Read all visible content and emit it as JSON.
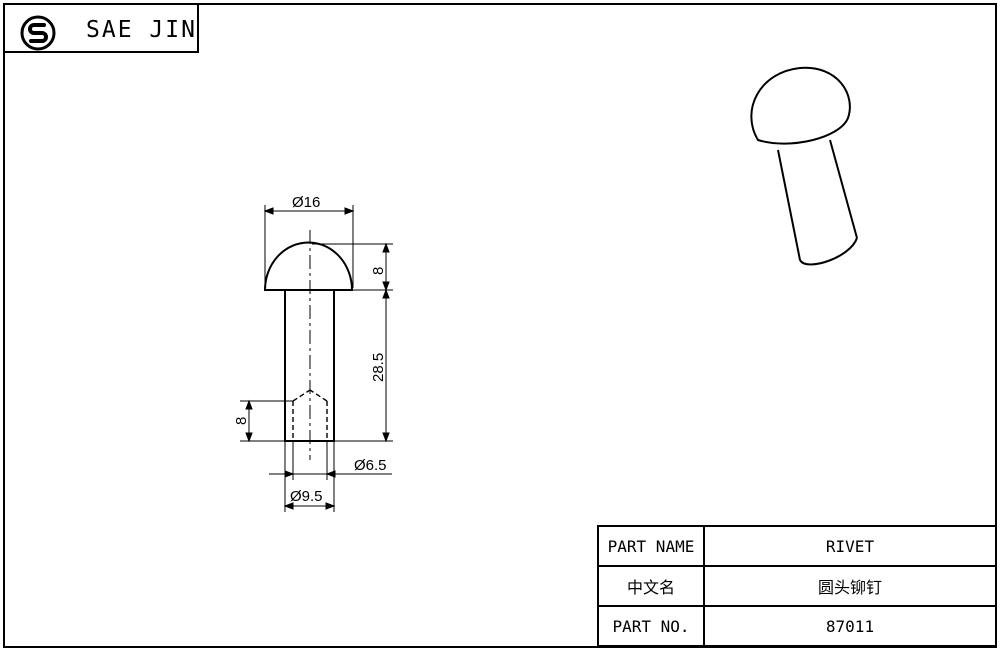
{
  "logo": {
    "text": "SAE JIN",
    "icon": "logo-ss-icon"
  },
  "dimensions": {
    "head_diameter": "Ø16",
    "head_height": "8",
    "shank_length": "28.5",
    "bore_depth": "8",
    "bore_diameter": "Ø6.5",
    "shank_diameter": "Ø9.5"
  },
  "title_block": {
    "rows": [
      {
        "label": "PART NAME",
        "value": "RIVET"
      },
      {
        "label": "中文名",
        "value": "圆头铆钉"
      },
      {
        "label": "PART NO.",
        "value": "87011"
      }
    ]
  }
}
